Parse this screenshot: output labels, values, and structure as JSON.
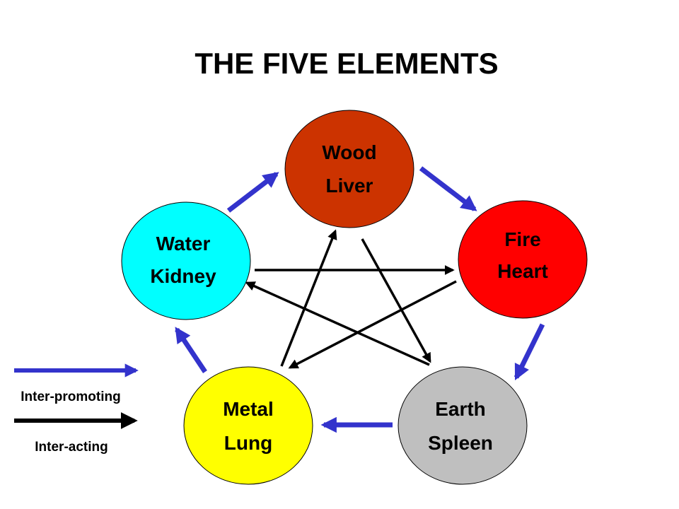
{
  "title": "THE FIVE ELEMENTS",
  "colors": {
    "promoting": "#3333cc",
    "acting": "#000000",
    "outline": "#000000",
    "text": "#000000"
  },
  "elements": [
    {
      "element": "Wood",
      "organ": "Liver",
      "fill": "#cc3300"
    },
    {
      "element": "Fire",
      "organ": "Heart",
      "fill": "#ff0000"
    },
    {
      "element": "Earth",
      "organ": "Spleen",
      "fill": "#bfbfbf"
    },
    {
      "element": "Metal",
      "organ": "Lung",
      "fill": "#ffff00"
    },
    {
      "element": "Water",
      "organ": "Kidney",
      "fill": "#00ffff"
    }
  ],
  "legend": {
    "promoting_label": "Inter-promoting",
    "acting_label": "Inter-acting"
  },
  "relations": {
    "promoting": [
      {
        "from": "Wood",
        "to": "Fire"
      },
      {
        "from": "Fire",
        "to": "Earth"
      },
      {
        "from": "Earth",
        "to": "Metal"
      },
      {
        "from": "Metal",
        "to": "Water"
      },
      {
        "from": "Water",
        "to": "Wood"
      }
    ],
    "acting": [
      {
        "from": "Wood",
        "to": "Earth"
      },
      {
        "from": "Earth",
        "to": "Water"
      },
      {
        "from": "Water",
        "to": "Fire"
      },
      {
        "from": "Fire",
        "to": "Metal"
      },
      {
        "from": "Metal",
        "to": "Wood"
      }
    ]
  }
}
